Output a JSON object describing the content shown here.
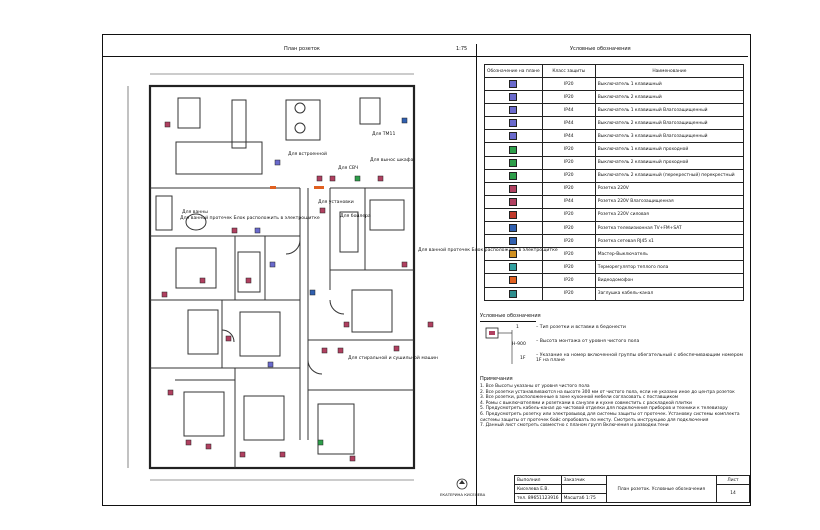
{
  "header": {
    "plan_title": "План розеток",
    "plan_scale": "1:75",
    "legend_title": "Условные обозначения"
  },
  "legend_table": {
    "columns": [
      "Обозначение на плане",
      "Класс защиты",
      "Наименование"
    ],
    "rows": [
      {
        "cls": "IP20",
        "name": "Выключатель 1 клавишный",
        "color": "#6a6acd"
      },
      {
        "cls": "IP20",
        "name": "Выключатель 2 клавишный",
        "color": "#6a6acd"
      },
      {
        "cls": "IP44",
        "name": "Выключатель 1 клавишный   Влагозащищенный",
        "color": "#6a6acd"
      },
      {
        "cls": "IP44",
        "name": "Выключатель 2 клавишный   Влагозащищенный",
        "color": "#6a6acd"
      },
      {
        "cls": "IP44",
        "name": "Выключатель 3 клавишный  Влагозащищенный",
        "color": "#6a6acd"
      },
      {
        "cls": "IP20",
        "name": "Выключатель 1 клавишный проходной",
        "color": "#2e9e4a"
      },
      {
        "cls": "IP20",
        "name": "Выключатель 2 клавишный проходной",
        "color": "#2e9e4a"
      },
      {
        "cls": "IP20",
        "name": "Выключатель 2 клавишный (перекрестный) перекрестный",
        "color": "#2e9e4a"
      },
      {
        "cls": "IP20",
        "name": "Розетка 220V",
        "color": "#b04060"
      },
      {
        "cls": "IP44",
        "name": "Розетка 220V   Влагозащищенная",
        "color": "#b04060"
      },
      {
        "cls": "IP20",
        "name": "Розетка 220V  силовая",
        "color": "#c0392b"
      },
      {
        "cls": "IP20",
        "name": "Розетка телевизионная TV+FM+SAT",
        "color": "#3060b0"
      },
      {
        "cls": "IP20",
        "name": "Розетка сетевая RJ45 x1",
        "color": "#3060b0"
      },
      {
        "cls": "IP20",
        "name": "Мастер-Выключатель",
        "color": "#d09020"
      },
      {
        "cls": "IP20",
        "name": "Терморегулятор теплого пола",
        "color": "#30a0a0"
      },
      {
        "cls": "IP20",
        "name": "Видеодомофон",
        "color": "#e06020"
      },
      {
        "cls": "IP20",
        "name": "Заглушка кабель-канал",
        "color": "#2e8e8e"
      }
    ]
  },
  "symbol_legend": {
    "title": "Условные обозначения",
    "item1_code": "1",
    "item2_code": "H-900",
    "item3_code": "1F",
    "item1": "– Тип розетки и вставки в бедонести",
    "item2": "– Высота монтажа от уровня чистого пола",
    "item3": "– Указание на номер включенной группы обегательный с обеспечивающим номером 1F на плане"
  },
  "notes": {
    "title": "Примечания",
    "lines": [
      "1. Все Высоты указаны от уровня чистого пола",
      "2. Все розетки устанавливаются на высоте 300 мм от чистого пола, если не указано иное до центра розеток",
      "3. Все розетки, расположенные в зоне кухонной мебели согласовать с поставщиком",
      "4. Ромы с выключателями и розетками в санузле и кухне совместить с раскладкой плитки",
      "5. Предусмотреть кабель-канал до чистовой отделки для подключения приборов и техники к телевизору",
      "6. Предусмотреть розетку или электровывод для системы защиты от протечек. Установку системы комплекта системы защиты от протечек бойс опробовать по месту. Смотреть инструкцию для подключения",
      "7. Данный лист смотреть совместно с планом групп Включения и разводки.тени"
    ]
  },
  "plan_labels": [
    "Для встроенной",
    "Для вынос шкафа",
    "Для СВЧ",
    "Для ТМ11",
    "Для установки",
    "Для ванны",
    "Для стиральной и сушильной машин",
    "Для ванной протечек Блок расположить в электрощитке",
    "Для бойлера",
    "Для ванной протечек Блок расположить в электрощитке"
  ],
  "stamp": {
    "r1c1": "Выполнил",
    "r1c2": "Заказчик",
    "r2c1": "Киселева Е.В.",
    "r3c1": "тел. 89651123916",
    "r3c2": "Масштаб",
    "r3c3": "1:75",
    "title": "План розеток. Условные обозначения",
    "sheet_label": "Лист",
    "sheet_no": "14",
    "company": "ЕКАТЕРИНА КИСЕЛЕВА"
  }
}
